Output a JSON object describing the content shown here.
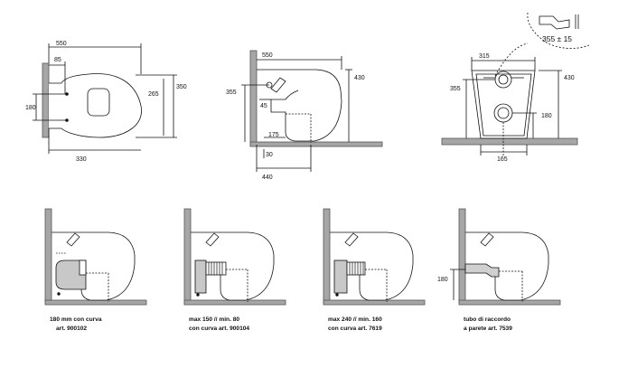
{
  "top": {
    "plan": {
      "d_550": "550",
      "d_85": "85",
      "d_180": "180",
      "d_265": "265",
      "d_350": "350",
      "d_330": "330"
    },
    "side": {
      "d_550": "550",
      "d_430": "430",
      "d_355": "355",
      "d_45": "45",
      "d_175": "175",
      "d_30": "30",
      "d_440": "440"
    },
    "front": {
      "d_315": "315",
      "d_430": "430",
      "d_355": "355",
      "d_180": "180",
      "d_165": "165"
    },
    "callout": {
      "label": "355 ± 15"
    }
  },
  "bottom": {
    "v1": {
      "line1": "180 mm con curva",
      "line2": "art. 900102"
    },
    "v2": {
      "line1": "max 150 // min. 80",
      "line2": "con curva art. 900104"
    },
    "v3": {
      "line1": "max 240 // min. 160",
      "line2": "con curva art. 7619"
    },
    "v4": {
      "line1": "tubo di raccordo",
      "line2": "a parete art. 7539",
      "d_180": "180"
    }
  }
}
